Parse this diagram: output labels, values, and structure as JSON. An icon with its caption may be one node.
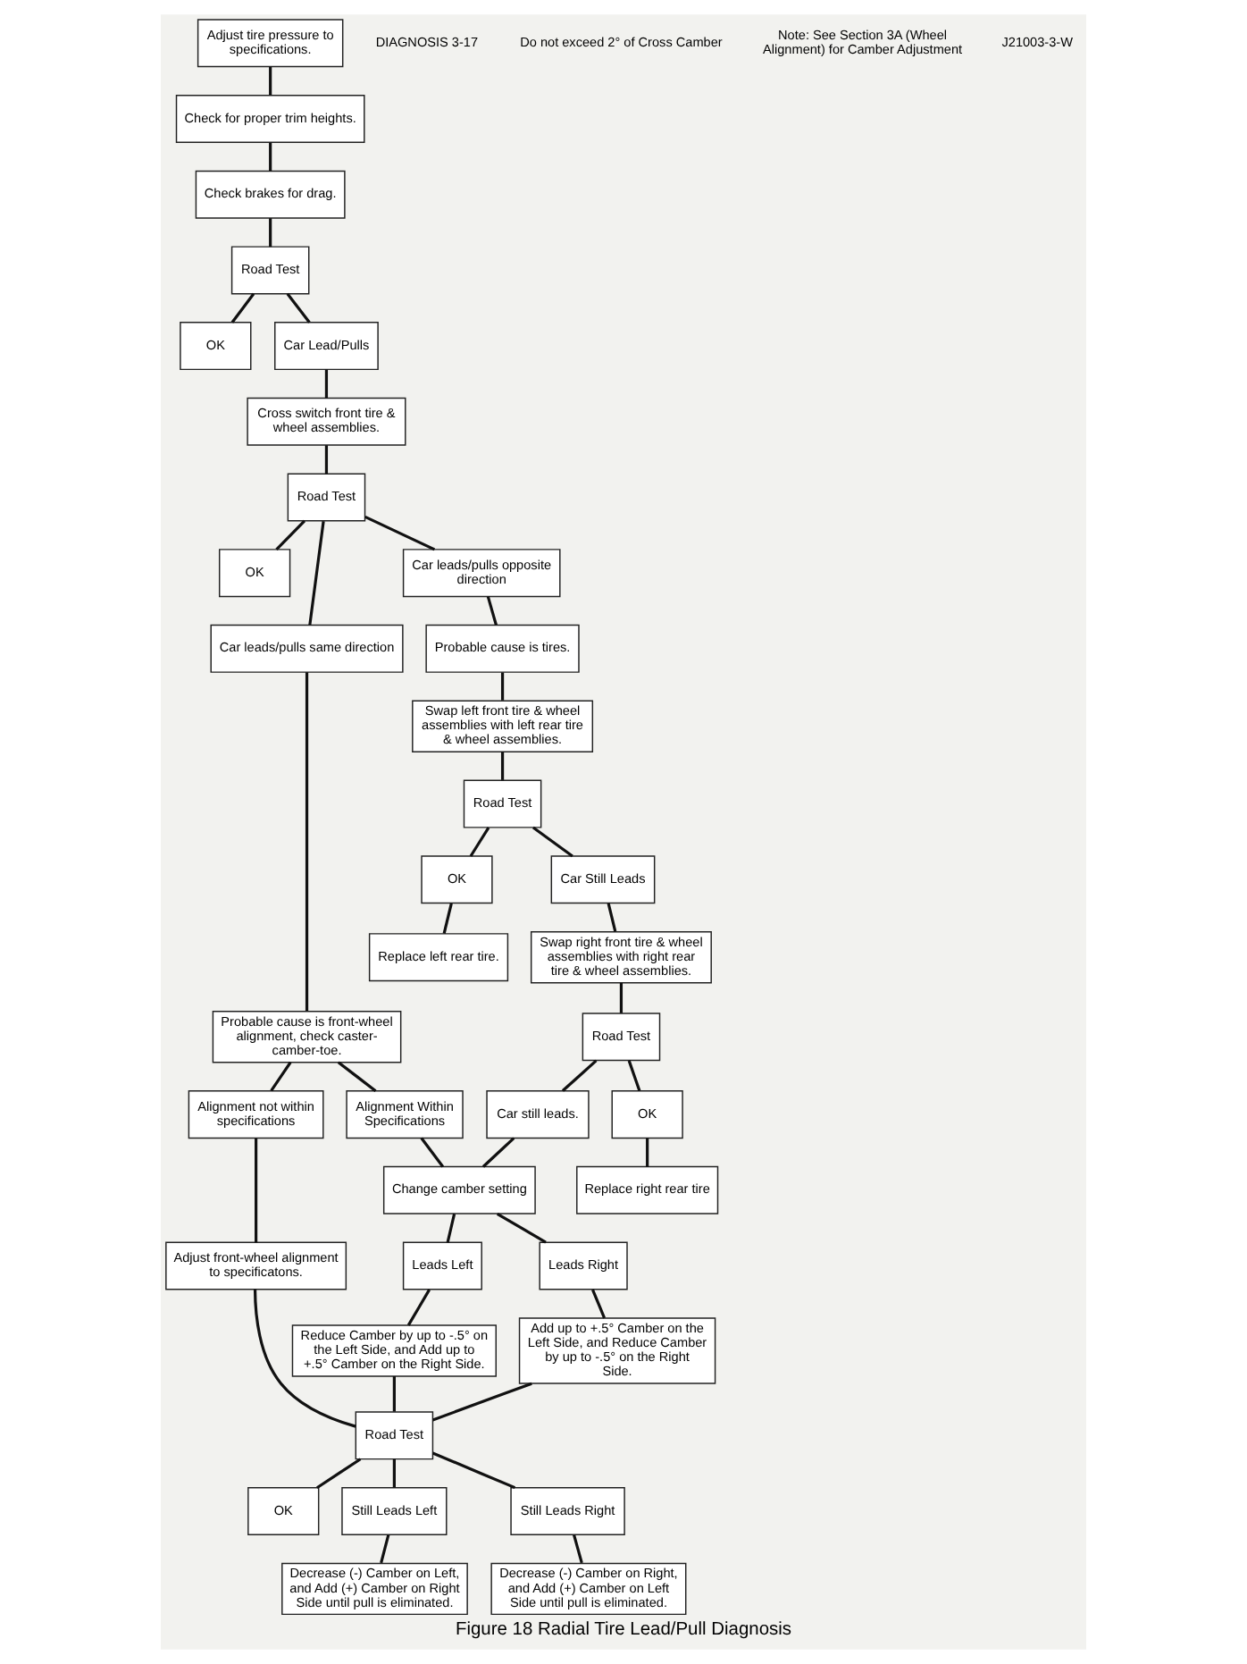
{
  "diagram": {
    "caption": "Figure 18 Radial Tire Lead/Pull Diagnosis",
    "nodes": [
      {
        "text": [
          "Adjust tire pressure to specifications."
        ]
      },
      {
        "text": [
          "Check for proper trim heights."
        ]
      },
      {
        "text": [
          "Check brakes for drag."
        ]
      },
      {
        "text": [
          "Road Test"
        ]
      },
      {
        "text": [
          "OK"
        ]
      },
      {
        "text": [
          "Car Lead/Pulls"
        ]
      },
      {
        "text": [
          "Cross switch front tire & wheel assemblies."
        ]
      },
      {
        "text": [
          "Road Test"
        ]
      },
      {
        "text": [
          "OK"
        ]
      },
      {
        "text": [
          "Car leads/pulls same direction"
        ]
      },
      {
        "text": [
          "Car leads/pulls opposite direction"
        ]
      },
      {
        "text": [
          "Probable cause is front-wheel alignment, check caster-camber-toe."
        ]
      },
      {
        "text": [
          "Probable cause is tires."
        ]
      },
      {
        "text": [
          "Swap left front tire & wheel assemblies with left rear tire & wheel assemblies."
        ]
      },
      {
        "text": [
          "Alignment not within specifications"
        ]
      },
      {
        "text": [
          "Road Test"
        ]
      },
      {
        "text": [
          "OK"
        ]
      },
      {
        "text": [
          "Car Still Leads"
        ]
      },
      {
        "text": [
          "Replace left rear tire."
        ]
      },
      {
        "text": [
          "Adjust front-wheel alignment to specificatons."
        ]
      },
      {
        "text": [
          "Swap right front tire & wheel assemblies with right rear tire & wheel assemblies."
        ]
      },
      {
        "text": [
          "Road Test"
        ]
      },
      {
        "text": [
          "OK"
        ]
      },
      {
        "text": [
          "Car still leads."
        ]
      },
      {
        "text": [
          "Replace right rear tire"
        ]
      },
      {
        "text": [
          "Alignment Within Specifications"
        ]
      },
      {
        "text": [
          "Change camber setting"
        ]
      },
      {
        "text": [
          "Leads Left"
        ]
      },
      {
        "text": [
          "Leads Right"
        ]
      },
      {
        "text": [
          "Reduce Camber by up to -.5° on the Left Side, and Add up to +.5° Camber on the Right Side."
        ]
      },
      {
        "text": [
          "Add up to +.5° Camber on the Left Side, and Reduce Camber by up to -.5° on the Right Side."
        ]
      },
      {
        "text": [
          "Road Test"
        ]
      },
      {
        "text": [
          "OK"
        ]
      },
      {
        "text": [
          "Still Leads Left"
        ]
      },
      {
        "text": [
          "Still Leads Right"
        ]
      },
      {
        "text": [
          "Decrease (-) Camber on Left, and Add (+) Camber on Right Side until pull is eliminated."
        ]
      },
      {
        "text": [
          "Decrease (-) Camber on Right, and Add (+) Camber on Left Side until pull is eliminated."
        ]
      }
    ],
    "edges": [
      {
        "from": 0,
        "to": 1,
        "arrow": "none"
      },
      {
        "from": 1,
        "to": 2,
        "arrow": "none"
      },
      {
        "from": 2,
        "to": 3,
        "arrow": "none"
      },
      {
        "from": 3,
        "to": 4,
        "arrow": "none"
      },
      {
        "from": 3,
        "to": 5,
        "arrow": "none"
      },
      {
        "from": 5,
        "to": 6,
        "arrow": "none"
      },
      {
        "from": 6,
        "to": 7,
        "arrow": "none"
      },
      {
        "from": 7,
        "to": 8,
        "arrow": "none"
      },
      {
        "from": 7,
        "to": 9,
        "arrow": "none"
      },
      {
        "from": 7,
        "to": 10,
        "arrow": "none"
      },
      {
        "from": 9,
        "to": 11,
        "arrow": "none"
      },
      {
        "from": 11,
        "to": 14,
        "arrow": "none"
      },
      {
        "from": 11,
        "to": 25,
        "arrow": "none"
      },
      {
        "from": 14,
        "to": 19,
        "arrow": "none"
      },
      {
        "from": 19,
        "to": 31,
        "arrow": "none"
      },
      {
        "from": 10,
        "to": 12,
        "arrow": "none"
      },
      {
        "from": 12,
        "to": 13,
        "arrow": "none"
      },
      {
        "from": 13,
        "to": 15,
        "arrow": "none"
      },
      {
        "from": 15,
        "to": 16,
        "arrow": "none"
      },
      {
        "from": 15,
        "to": 17,
        "arrow": "none"
      },
      {
        "from": 16,
        "to": 18,
        "arrow": "none"
      },
      {
        "from": 17,
        "to": 20,
        "arrow": "none"
      },
      {
        "from": 20,
        "to": 21,
        "arrow": "none"
      },
      {
        "from": 21,
        "to": 22,
        "arrow": "none"
      },
      {
        "from": 21,
        "to": 23,
        "arrow": "none"
      },
      {
        "from": 22,
        "to": 24,
        "arrow": "none"
      },
      {
        "from": 23,
        "to": 26,
        "arrow": "none"
      },
      {
        "from": 25,
        "to": 26,
        "arrow": "none"
      },
      {
        "from": 26,
        "to": 27,
        "arrow": "none"
      },
      {
        "from": 26,
        "to": 28,
        "arrow": "none"
      },
      {
        "from": 27,
        "to": 29,
        "arrow": "none"
      },
      {
        "from": 28,
        "to": 30,
        "arrow": "none"
      },
      {
        "from": 29,
        "to": 31,
        "arrow": "none"
      },
      {
        "from": 30,
        "to": 31,
        "arrow": "none"
      },
      {
        "from": 31,
        "to": 32,
        "arrow": "none"
      },
      {
        "from": 31,
        "to": 33,
        "arrow": "none"
      },
      {
        "from": 31,
        "to": 34,
        "arrow": "none"
      },
      {
        "from": 33,
        "to": 35,
        "arrow": "none"
      },
      {
        "from": 34,
        "to": 36,
        "arrow": "none"
      }
    ],
    "labels": [
      "DIAGNOSIS 3-17",
      "Do not exceed 2° of Cross Camber",
      "Note: See Section 3A (Wheel Alignment) for Camber Adjustment",
      "J21003-3-W"
    ]
  }
}
